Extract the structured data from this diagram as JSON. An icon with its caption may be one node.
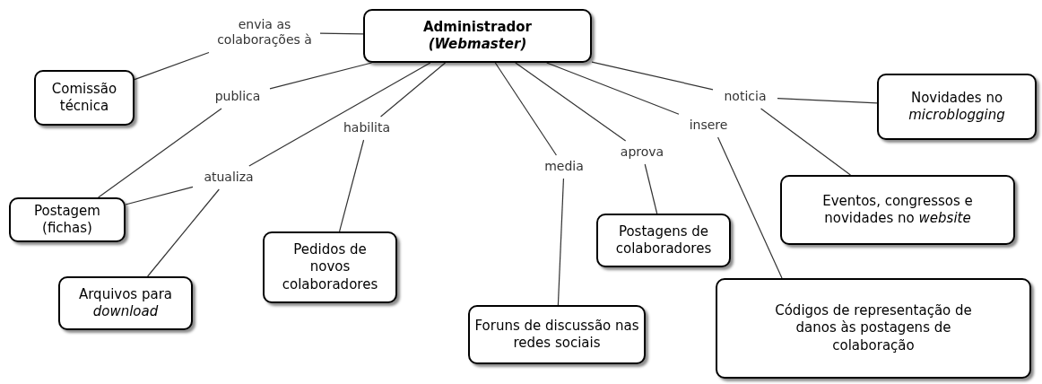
{
  "diagram": {
    "nodes": [
      {
        "text": [
          "Administrador",
          "*(Webmaster)*"
        ]
      },
      {
        "text": [
          "envia as colaborações à"
        ]
      },
      {
        "text": [
          "Comissão técnica"
        ]
      },
      {
        "text": [
          "publica"
        ]
      },
      {
        "text": [
          "Postagem (fichas)"
        ]
      },
      {
        "text": [
          "atualiza"
        ]
      },
      {
        "text": [
          "Arquivos para *download*"
        ]
      },
      {
        "text": [
          "habilita"
        ]
      },
      {
        "text": [
          "Pedidos de novos colaboradores"
        ]
      },
      {
        "text": [
          "media"
        ]
      },
      {
        "text": [
          "Foruns de discussão nas redes sociais"
        ]
      },
      {
        "text": [
          "aprova"
        ]
      },
      {
        "text": [
          "Postagens de colaboradores"
        ]
      },
      {
        "text": [
          "insere"
        ]
      },
      {
        "text": [
          "Códigos de representação de danos às postagens de colaboração"
        ]
      },
      {
        "text": [
          "noticia"
        ]
      },
      {
        "text": [
          "Novidades no *microblogging*"
        ]
      },
      {
        "text": [
          "Eventos, congressos e novidades no *website*"
        ]
      }
    ],
    "edges": [
      {
        "from": 0,
        "to": 1,
        "arrow": "none"
      },
      {
        "from": 1,
        "to": 2,
        "arrow": "none"
      },
      {
        "from": 0,
        "to": 3,
        "arrow": "none"
      },
      {
        "from": 3,
        "to": 4,
        "arrow": "none"
      },
      {
        "from": 0,
        "to": 5,
        "arrow": "none"
      },
      {
        "from": 5,
        "to": 4,
        "arrow": "none"
      },
      {
        "from": 5,
        "to": 6,
        "arrow": "none"
      },
      {
        "from": 0,
        "to": 7,
        "arrow": "none"
      },
      {
        "from": 7,
        "to": 8,
        "arrow": "none"
      },
      {
        "from": 0,
        "to": 9,
        "arrow": "none"
      },
      {
        "from": 9,
        "to": 10,
        "arrow": "none"
      },
      {
        "from": 0,
        "to": 11,
        "arrow": "none"
      },
      {
        "from": 11,
        "to": 12,
        "arrow": "none"
      },
      {
        "from": 0,
        "to": 13,
        "arrow": "none"
      },
      {
        "from": 13,
        "to": 14,
        "arrow": "none"
      },
      {
        "from": 0,
        "to": 15,
        "arrow": "none"
      },
      {
        "from": 15,
        "to": 16,
        "arrow": "none"
      },
      {
        "from": 15,
        "to": 17,
        "arrow": "none"
      }
    ]
  }
}
